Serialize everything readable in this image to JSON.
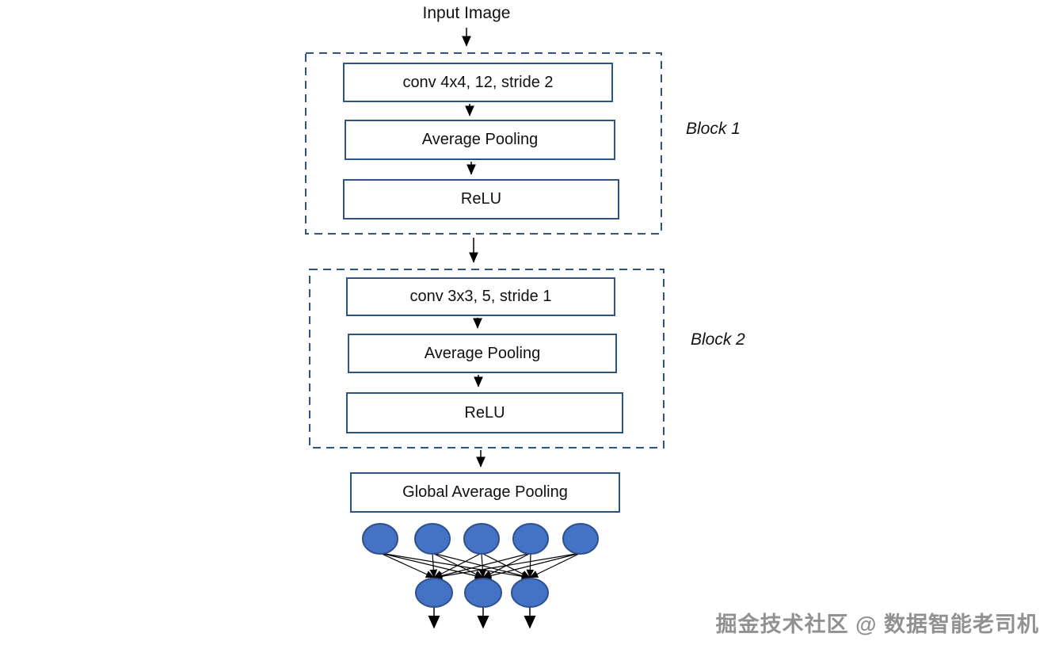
{
  "diagram": {
    "input_label": "Input Image",
    "blocks": [
      {
        "label": "Block 1",
        "layers": [
          "conv 4x4, 12, stride 2",
          "Average Pooling",
          "ReLU"
        ]
      },
      {
        "label": "Block 2",
        "layers": [
          "conv 3x3, 5, stride 1",
          "Average Pooling",
          "ReLU"
        ]
      }
    ],
    "global_pooling_label": "Global Average Pooling",
    "dense_layer": {
      "input_neurons": 5,
      "output_neurons": 3
    },
    "colors": {
      "box_border": "#2e5486",
      "dashed_outline": "#2e5486",
      "neuron_fill": "#4472c4",
      "neuron_stroke": "#2f528f",
      "arrow": "#000000",
      "watermark_text": "#919191"
    }
  },
  "watermark": {
    "text": "掘金技术社区 @ 数据智能老司机"
  }
}
